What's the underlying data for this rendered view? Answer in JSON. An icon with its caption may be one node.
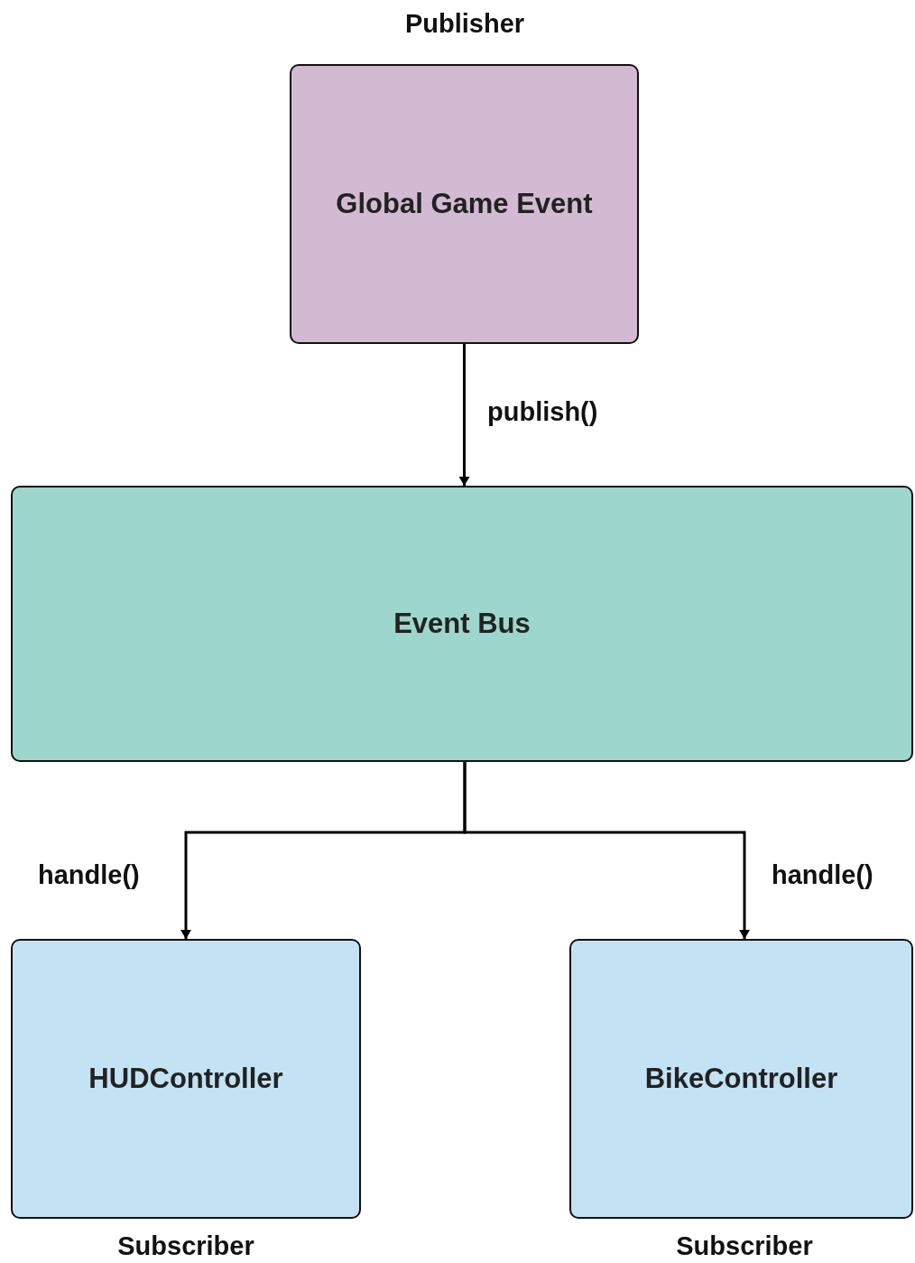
{
  "diagram": {
    "nodes": [
      {
        "text": [
          "Global Game Event"
        ],
        "beside": [
          "Publisher"
        ]
      },
      {
        "text": [
          "Event Bus"
        ]
      },
      {
        "text": [
          "HUDController"
        ],
        "beside": [
          "Subscriber"
        ]
      },
      {
        "text": [
          "BikeController"
        ],
        "beside": [
          "Subscriber"
        ]
      }
    ],
    "edges": [
      {
        "from": 0,
        "to": 1,
        "arrow": "to",
        "label": "publish()"
      },
      {
        "from": 1,
        "to": 2,
        "arrow": "to",
        "label": "handle()"
      },
      {
        "from": 1,
        "to": 3,
        "arrow": "to",
        "label": "handle()"
      }
    ]
  }
}
